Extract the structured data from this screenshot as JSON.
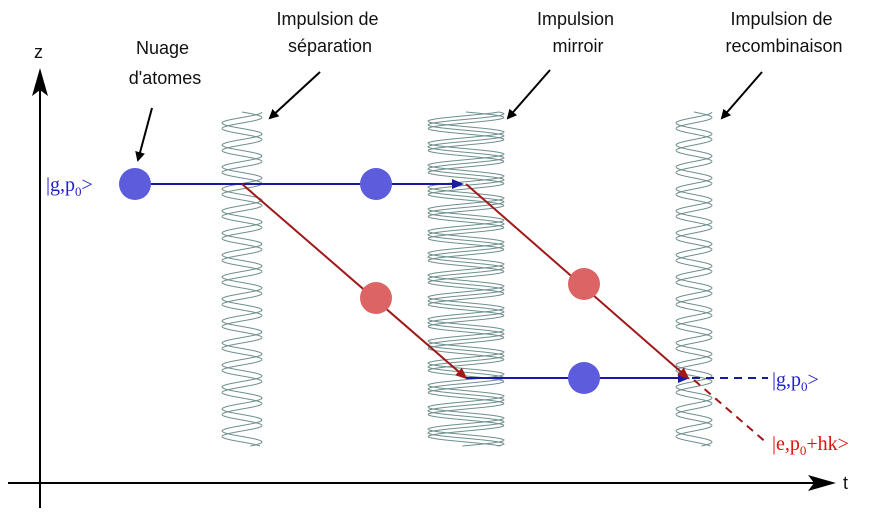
{
  "axes": {
    "z_label": "z",
    "t_label": "t"
  },
  "callouts": {
    "cloud": [
      "Nuage",
      "d'atomes"
    ],
    "split": [
      "Impulsion de",
      "séparation"
    ],
    "mirror": [
      "Impulsion",
      "mirroir"
    ],
    "recomb": [
      "Impulsion de",
      "recombinaison"
    ]
  },
  "states": {
    "g_initial": {
      "pre": "|g,p",
      "sub": "0",
      "post": ">"
    },
    "g_final": {
      "pre": "|g,p",
      "sub": "0",
      "post": ">"
    },
    "e_final": {
      "pre": "|e,p",
      "sub": "0",
      "post": "+hk>"
    }
  },
  "colors": {
    "ground_path": "#1a1aa0",
    "excited_path": "#a01818",
    "ground_atom": "#5c5cdc",
    "excited_atom": "#dc6464",
    "laser": "#6f8f8f",
    "ground_text": "#1f1fcc",
    "excited_text": "#e01010"
  }
}
